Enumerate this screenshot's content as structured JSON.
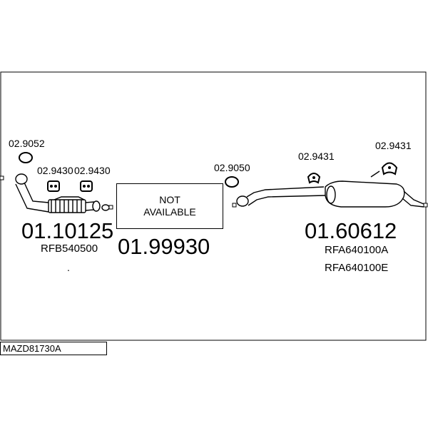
{
  "diagram": {
    "code": "MAZD81730A",
    "front_pipe": {
      "part": "01.10125",
      "ref": "RFB540500"
    },
    "center": {
      "part": "01.99930",
      "note_line1": "NOT",
      "note_line2": "AVAILABLE"
    },
    "rear": {
      "part": "01.60612",
      "refs": [
        "RFA640100A",
        "RFA640100E"
      ]
    },
    "accessories": {
      "gasket_front": "02.9052",
      "hanger_1": "02.9430",
      "hanger_2": "02.9430",
      "gasket_mid": "02.9050",
      "hanger_rear_1": "02.9431",
      "hanger_rear_2": "02.9431"
    },
    "dot": "."
  }
}
